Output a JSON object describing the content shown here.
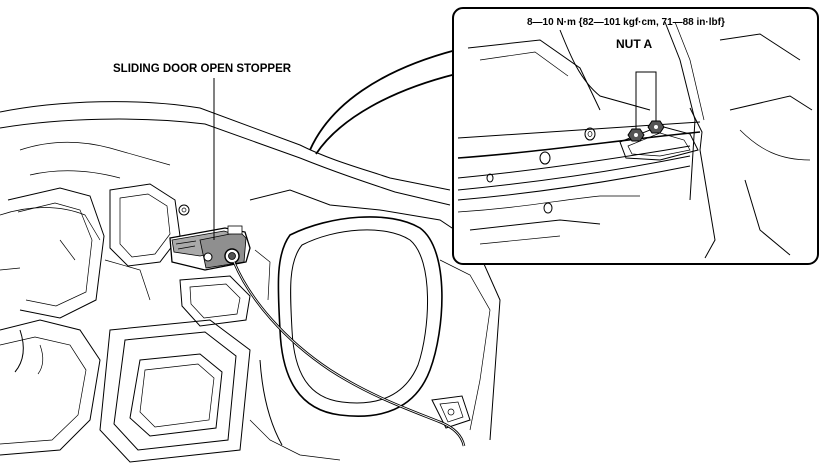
{
  "labels": {
    "stopper": "SLIDING DOOR OPEN STOPPER",
    "torque": "8—10 N·m {82—101 kgf·cm, 71—88 in·lbf}",
    "nut": "NUT A"
  }
}
